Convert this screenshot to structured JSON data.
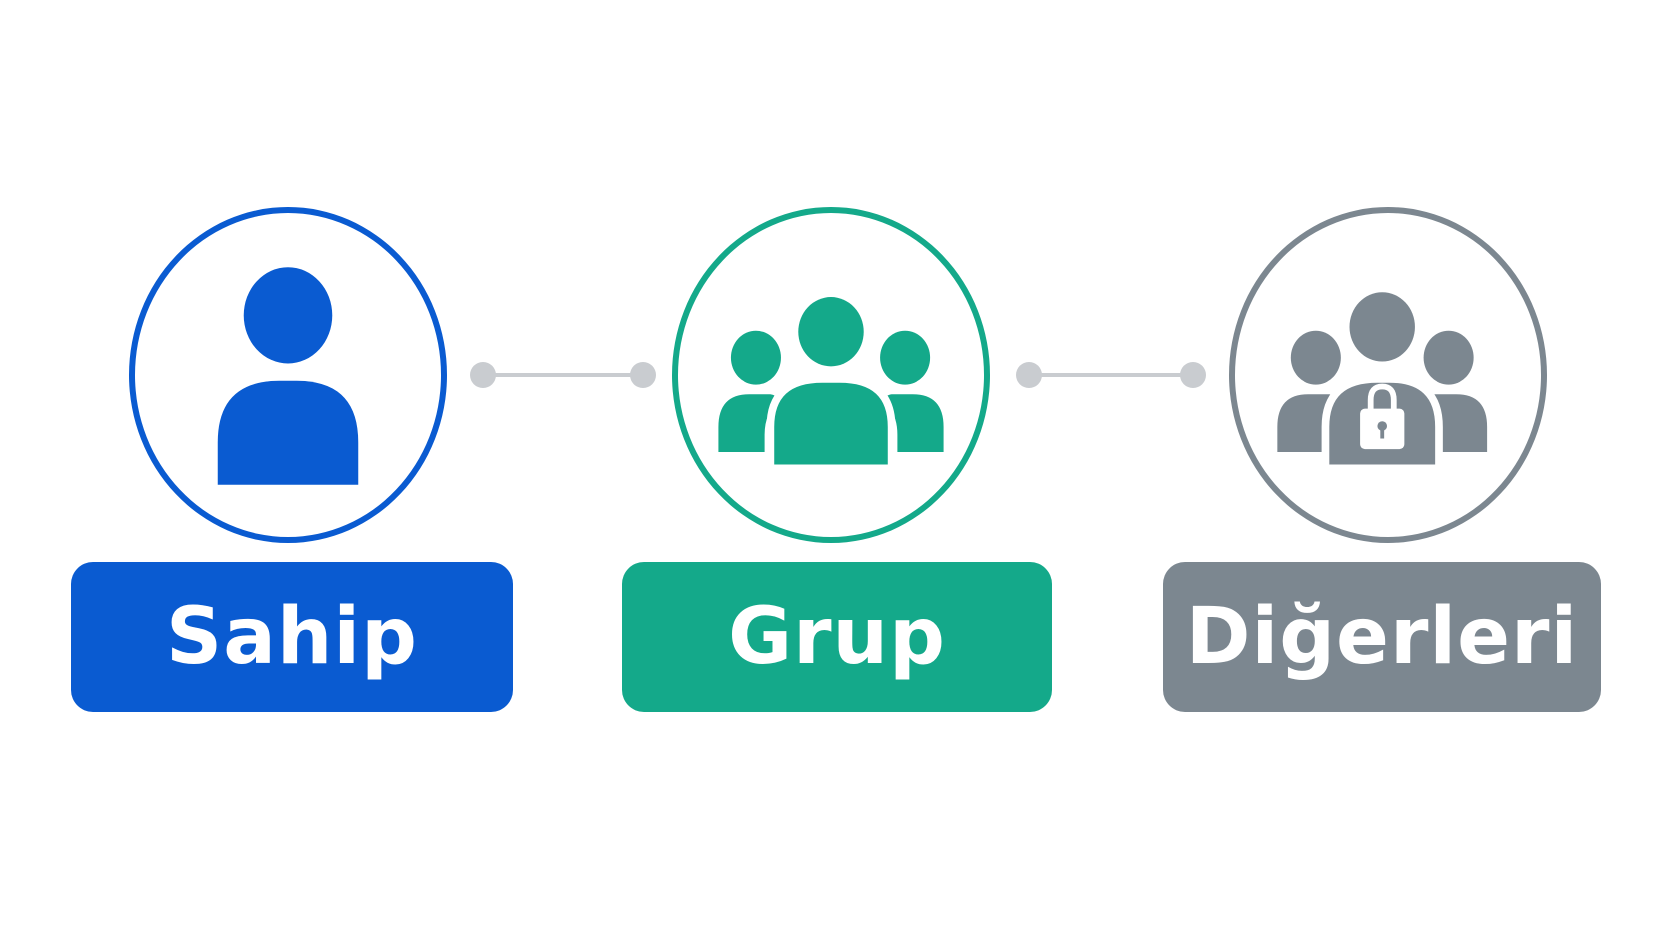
{
  "colors": {
    "owner": "#0a5bd1",
    "group": "#14a98a",
    "others": "#7c8790",
    "connector": "#c9ccd0"
  },
  "nodes": [
    {
      "id": "owner",
      "label": "Sahip",
      "icon": "user-icon"
    },
    {
      "id": "group",
      "label": "Grup",
      "icon": "group-icon"
    },
    {
      "id": "others",
      "label": "Diğerleri",
      "icon": "group-lock-icon"
    }
  ]
}
